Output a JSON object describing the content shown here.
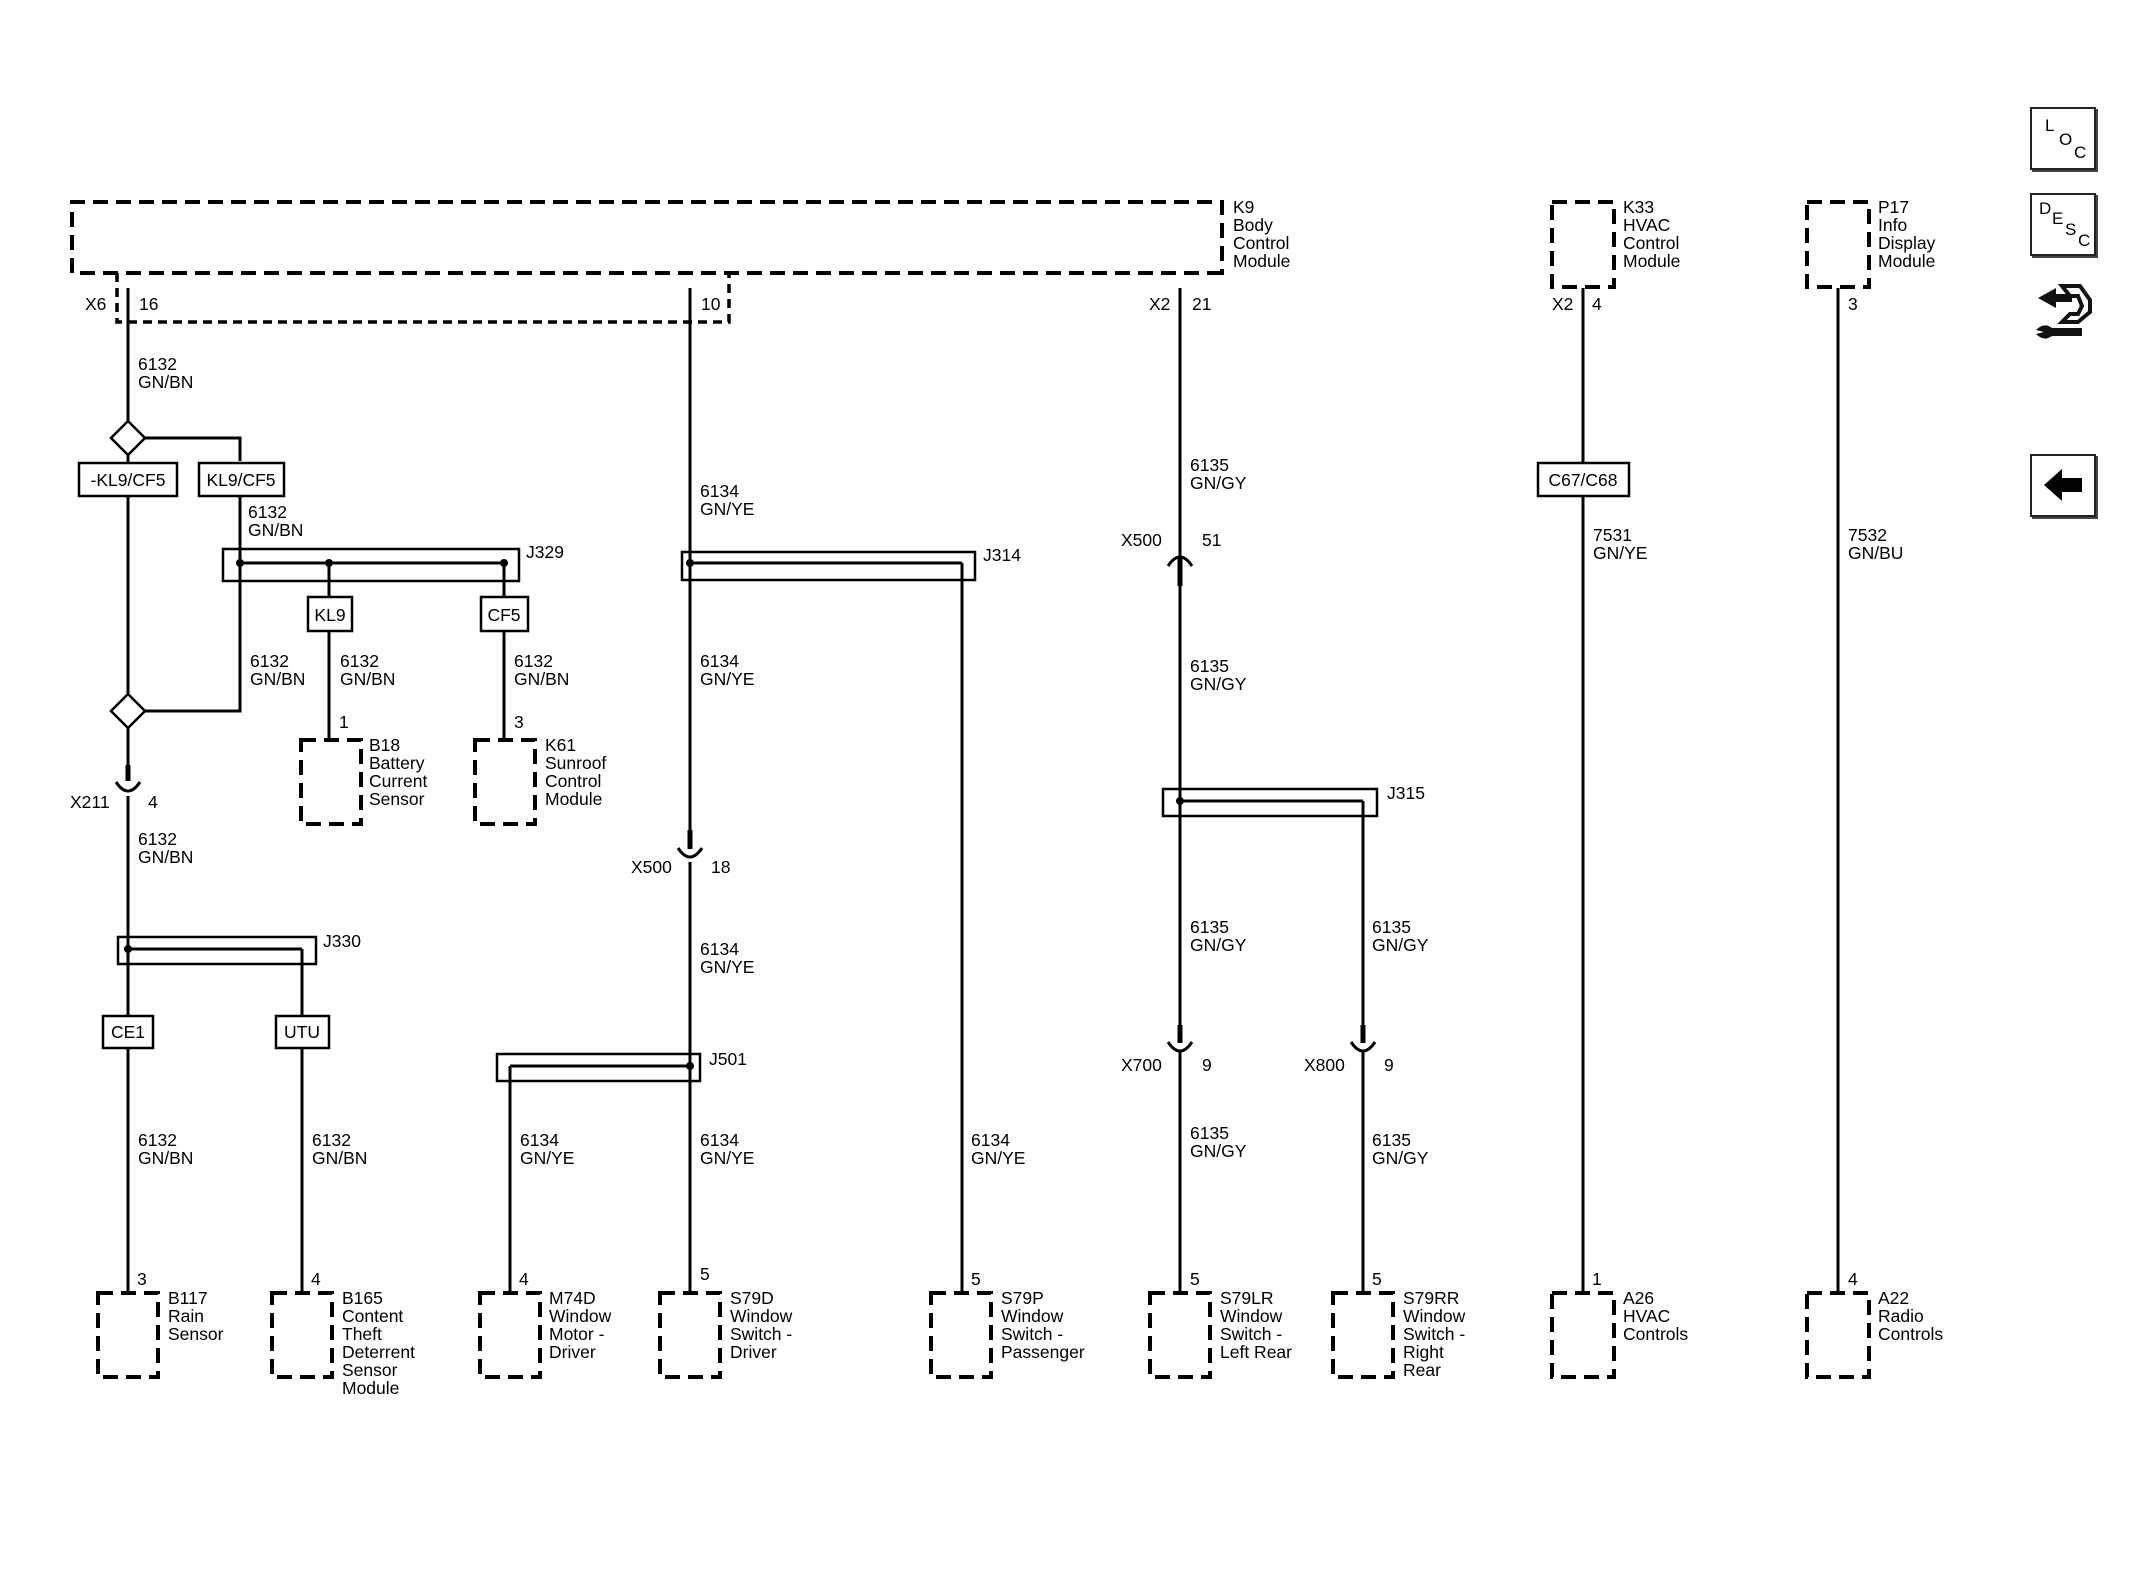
{
  "toolbar": {
    "loc": [
      "L",
      "O",
      "C"
    ],
    "desc": [
      "D",
      "E",
      "S",
      "C"
    ]
  },
  "modules": {
    "K9": [
      "K9",
      "Body",
      "Control",
      "Module"
    ],
    "K33": [
      "K33",
      "HVAC",
      "Control",
      "Module"
    ],
    "P17": [
      "P17",
      "Info",
      "Display",
      "Module"
    ],
    "B18": [
      "B18",
      "Battery",
      "Current",
      "Sensor"
    ],
    "K61": [
      "K61",
      "Sunroof",
      "Control",
      "Module"
    ],
    "B117": [
      "B117",
      "Rain",
      "Sensor"
    ],
    "B165": [
      "B165",
      "Content",
      "Theft",
      "Deterrent",
      "Sensor",
      "Module"
    ],
    "M74D": [
      "M74D",
      "Window",
      "Motor -",
      "Driver"
    ],
    "S79D": [
      "S79D",
      "Window",
      "Switch -",
      "Driver"
    ],
    "S79P": [
      "S79P",
      "Window",
      "Switch -",
      "Passenger"
    ],
    "S79LR": [
      "S79LR",
      "Window",
      "Switch -",
      "Left Rear"
    ],
    "S79RR": [
      "S79RR",
      "Window",
      "Switch -",
      "Right",
      "Rear"
    ],
    "A26": [
      "A26",
      "HVAC",
      "Controls"
    ],
    "A22": [
      "A22",
      "Radio",
      "Controls"
    ]
  },
  "connectors": {
    "x6": "X6",
    "x2_k9": "X2",
    "x2_k33": "X2",
    "x211": "X211",
    "x500_a": "X500",
    "x500_b": "X500",
    "x700": "X700",
    "x800": "X800"
  },
  "pins": {
    "k9_16": "16",
    "k9_10": "10",
    "k9_21": "21",
    "k33_4": "4",
    "p17_3": "3",
    "x211_4": "4",
    "x500_51": "51",
    "x500_18": "18",
    "x700_9": "9",
    "x800_9": "9",
    "b18_1": "1",
    "k61_3": "3",
    "b117_3": "3",
    "b165_4": "4",
    "m74d_4": "4",
    "s79d_5": "5",
    "s79p_5": "5",
    "s79lr_5": "5",
    "s79rr_5": "5",
    "a26_1": "1",
    "a22_4": "4"
  },
  "splices": {
    "j329": "J329",
    "j314": "J314",
    "j315": "J315",
    "j330": "J330",
    "j501": "J501"
  },
  "option_boxes": {
    "not_kl9_cf5": "-KL9/CF5",
    "kl9_cf5": "KL9/CF5",
    "kl9": "KL9",
    "cf5": "CF5",
    "ce1": "CE1",
    "utu": "UTU",
    "c67_c68": "C67/C68"
  },
  "circuits": {
    "c6132": "6132",
    "c6134": "6134",
    "c6135": "6135",
    "c7531": "7531",
    "c7532": "7532",
    "gnbn": "GN/BN",
    "gnye": "GN/YE",
    "gngy": "GN/GY",
    "gnbu": "GN/BU"
  }
}
